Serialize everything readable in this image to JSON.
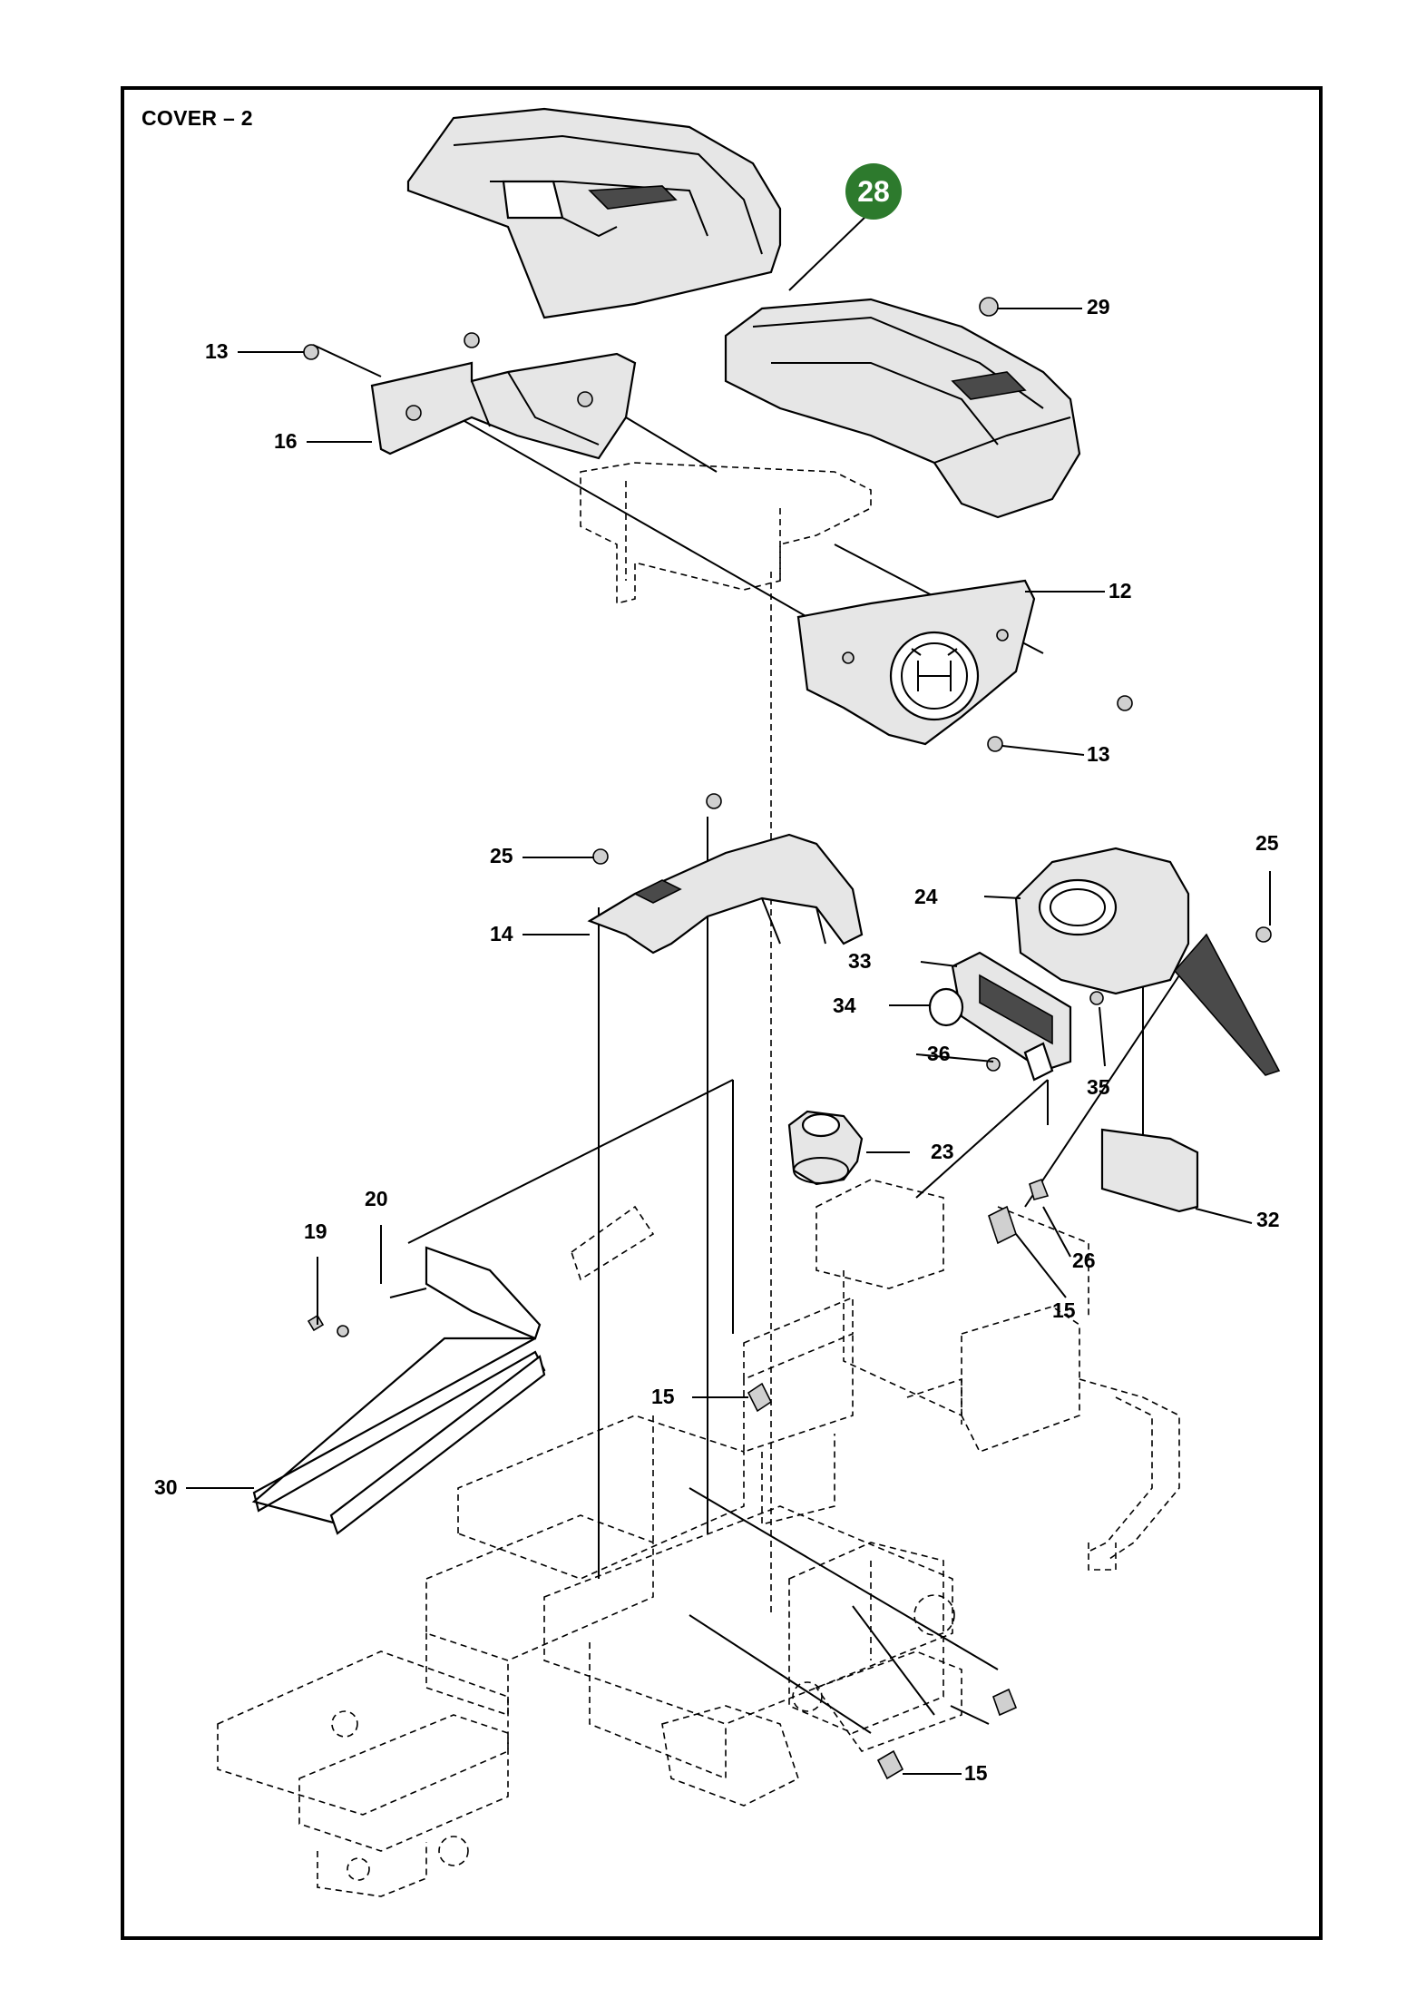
{
  "title": "COVER – 2",
  "highlighted_part": "28",
  "colors": {
    "highlight": "#2d7a2d",
    "line": "#000000",
    "part_fill": "#e6e6e6",
    "part_dark": "#4a4a4a"
  },
  "callouts": [
    {
      "id": "c13a",
      "label": "13"
    },
    {
      "id": "c16",
      "label": "16"
    },
    {
      "id": "c29",
      "label": "29"
    },
    {
      "id": "c12",
      "label": "12"
    },
    {
      "id": "c13b",
      "label": "13"
    },
    {
      "id": "c25a",
      "label": "25"
    },
    {
      "id": "c14",
      "label": "14"
    },
    {
      "id": "c25b",
      "label": "25"
    },
    {
      "id": "c24",
      "label": "24"
    },
    {
      "id": "c33",
      "label": "33"
    },
    {
      "id": "c34",
      "label": "34"
    },
    {
      "id": "c36",
      "label": "36"
    },
    {
      "id": "c35",
      "label": "35"
    },
    {
      "id": "c23",
      "label": "23"
    },
    {
      "id": "c20",
      "label": "20"
    },
    {
      "id": "c19",
      "label": "19"
    },
    {
      "id": "c32",
      "label": "32"
    },
    {
      "id": "c26",
      "label": "26"
    },
    {
      "id": "c15a",
      "label": "15"
    },
    {
      "id": "c15b",
      "label": "15"
    },
    {
      "id": "c30",
      "label": "30"
    },
    {
      "id": "c15c",
      "label": "15"
    }
  ],
  "parts": [
    {
      "name": "top-cover",
      "icon": "top-cover-part"
    },
    {
      "name": "rear-cover",
      "icon": "rear-cover-part"
    },
    {
      "name": "bracket-16",
      "icon": "bracket-part"
    },
    {
      "name": "logo-cover-12",
      "icon": "logo-cover-part"
    },
    {
      "name": "console-14",
      "icon": "console-part"
    },
    {
      "name": "knob-housing-24",
      "icon": "knob-housing-part"
    },
    {
      "name": "switch-33",
      "icon": "switch-part"
    },
    {
      "name": "boot-23",
      "icon": "boot-part"
    },
    {
      "name": "panel-30",
      "icon": "panel-part"
    },
    {
      "name": "pad-32",
      "icon": "pad-part"
    },
    {
      "name": "frame",
      "icon": "frame-part"
    }
  ]
}
